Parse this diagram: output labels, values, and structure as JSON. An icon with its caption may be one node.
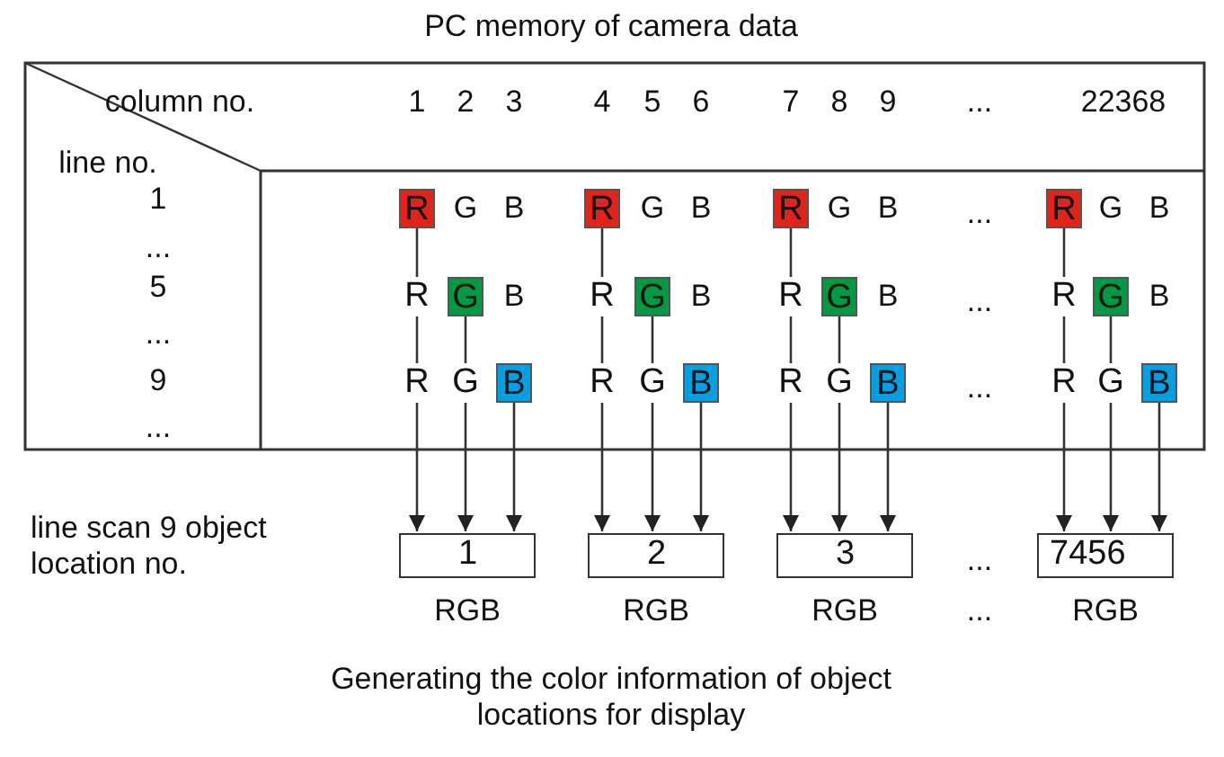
{
  "diagram": {
    "title": "PC memory of camera data",
    "caption": "Generating the color information of object locations for display",
    "nodes": [
      {
        "text": [
          "R"
        ]
      },
      {
        "text": [
          "R"
        ]
      },
      {
        "text": [
          "R"
        ]
      },
      {
        "text": [
          "R"
        ]
      },
      {
        "text": [
          "R"
        ]
      },
      {
        "text": [
          "G"
        ]
      },
      {
        "text": [
          "R"
        ]
      },
      {
        "text": [
          "G"
        ]
      },
      {
        "text": [
          "R"
        ]
      },
      {
        "text": [
          "G"
        ]
      },
      {
        "text": [
          "R"
        ]
      },
      {
        "text": [
          "G"
        ]
      },
      {
        "text": [
          "R"
        ]
      },
      {
        "text": [
          "G"
        ]
      },
      {
        "text": [
          "B"
        ]
      },
      {
        "text": [
          "R"
        ]
      },
      {
        "text": [
          "G"
        ]
      },
      {
        "text": [
          "B"
        ]
      },
      {
        "text": [
          "R"
        ]
      },
      {
        "text": [
          "G"
        ]
      },
      {
        "text": [
          "B"
        ]
      },
      {
        "text": [
          "R"
        ]
      },
      {
        "text": [
          "G"
        ]
      },
      {
        "text": [
          "B"
        ]
      },
      {
        "text": [
          "1"
        ],
        "beside": [
          "RGB"
        ]
      },
      {
        "text": [
          "2"
        ],
        "beside": [
          "RGB"
        ]
      },
      {
        "text": [
          "3"
        ],
        "beside": [
          "RGB"
        ]
      },
      {
        "text": [
          "7456"
        ],
        "beside": [
          "RGB"
        ]
      }
    ],
    "edges": [
      {
        "from": 0,
        "to": 4,
        "arrow": "none"
      },
      {
        "from": 4,
        "to": 12,
        "arrow": "none"
      },
      {
        "from": 5,
        "to": 13,
        "arrow": "none"
      },
      {
        "from": 12,
        "to": 24,
        "arrow": "to"
      },
      {
        "from": 13,
        "to": 24,
        "arrow": "to"
      },
      {
        "from": 14,
        "to": 24,
        "arrow": "to"
      },
      {
        "from": 1,
        "to": 6,
        "arrow": "none"
      },
      {
        "from": 6,
        "to": 15,
        "arrow": "none"
      },
      {
        "from": 7,
        "to": 16,
        "arrow": "none"
      },
      {
        "from": 15,
        "to": 25,
        "arrow": "to"
      },
      {
        "from": 16,
        "to": 25,
        "arrow": "to"
      },
      {
        "from": 17,
        "to": 25,
        "arrow": "to"
      },
      {
        "from": 2,
        "to": 8,
        "arrow": "none"
      },
      {
        "from": 8,
        "to": 18,
        "arrow": "none"
      },
      {
        "from": 9,
        "to": 19,
        "arrow": "none"
      },
      {
        "from": 18,
        "to": 26,
        "arrow": "to"
      },
      {
        "from": 19,
        "to": 26,
        "arrow": "to"
      },
      {
        "from": 20,
        "to": 26,
        "arrow": "to"
      },
      {
        "from": 3,
        "to": 10,
        "arrow": "none"
      },
      {
        "from": 10,
        "to": 21,
        "arrow": "none"
      },
      {
        "from": 11,
        "to": 22,
        "arrow": "none"
      },
      {
        "from": 21,
        "to": 27,
        "arrow": "to"
      },
      {
        "from": 22,
        "to": 27,
        "arrow": "to"
      },
      {
        "from": 23,
        "to": 27,
        "arrow": "to"
      }
    ],
    "labels": [
      "column no.",
      "1",
      "2",
      "3",
      "4",
      "5",
      "6",
      "7",
      "8",
      "9",
      "...",
      "22368",
      "line no.",
      "1",
      "G",
      "B",
      "G",
      "B",
      "G",
      "B",
      "...",
      "G",
      "B",
      "...",
      "5",
      "B",
      "B",
      "B",
      "...",
      "B",
      "...",
      "9",
      "...",
      "...",
      "line scan 9 object location no.",
      "...",
      "..."
    ]
  }
}
